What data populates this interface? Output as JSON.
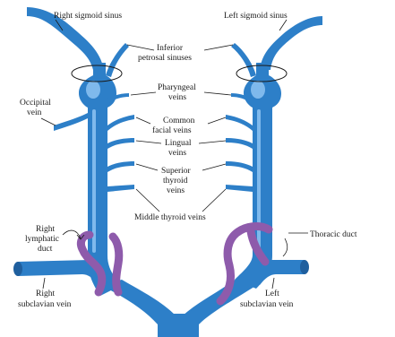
{
  "labels": {
    "right_sigmoid_sinus": "Right sigmoid sinus",
    "left_sigmoid_sinus": "Left sigmoid sinus",
    "inferior_petrosal_1": "Inferior",
    "inferior_petrosal_2": "petrosal sinuses",
    "occipital_1": "Occipital",
    "occipital_2": "vein",
    "pharyngeal_1": "Pharyngeal",
    "pharyngeal_2": "veins",
    "common_facial_1": "Common",
    "common_facial_2": "facial veins",
    "lingual_1": "Lingual",
    "lingual_2": "veins",
    "superior_thyroid_1": "Superior",
    "superior_thyroid_2": "thyroid",
    "superior_thyroid_3": "veins",
    "middle_thyroid": "Middle thyroid veins",
    "right_lymphatic_1": "Right",
    "right_lymphatic_2": "lymphatic",
    "right_lymphatic_3": "duct",
    "thoracic_duct": "Thoracic duct",
    "right_subclavian_1": "Right",
    "right_subclavian_2": "subclavian vein",
    "left_subclavian_1": "Left",
    "left_subclavian_2": "subclavian vein"
  },
  "colors": {
    "vein": "#2d7fc8",
    "vein_dark": "#1f5f9e",
    "highlight": "#7fb9ec",
    "lymphatic": "#8e5bab"
  }
}
